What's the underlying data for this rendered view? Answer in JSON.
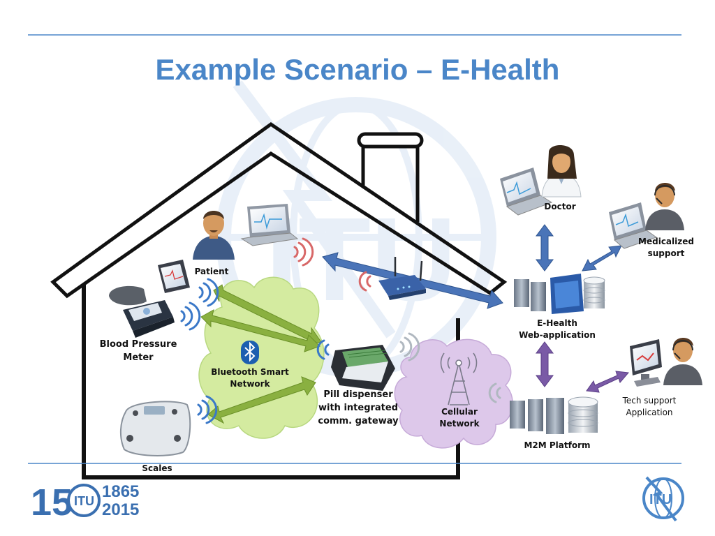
{
  "slide": {
    "title": "Example Scenario – E-Health"
  },
  "labels": {
    "doctor": "Doctor",
    "medicalized_support": "Medicalized support",
    "patient": "Patient",
    "ehealth_line1": "E-Health",
    "ehealth_line2": "Web-application",
    "blood_pressure_line1": "Blood Pressure",
    "blood_pressure_line2": "Meter",
    "bluetooth_line1": "Bluetooth Smart",
    "bluetooth_line2": "Network",
    "pill_line1": "Pill dispenser",
    "pill_line2": "with integrated",
    "pill_line3": "comm. gateway",
    "cellular_line1": "Cellular",
    "cellular_line2": "Network",
    "tech_line1": "Tech support",
    "tech_line2": "Application",
    "m2m": "M2M Platform",
    "scales": "Scales"
  },
  "logos": {
    "anniversary": {
      "number": "150",
      "years": [
        "1865",
        "2015"
      ]
    },
    "itu": "ITU"
  },
  "colors": {
    "title": "#4a86c8",
    "rule": "#4a86c8",
    "blue_arrow": "#4a74b8",
    "purple_arrow": "#7a5aa6",
    "green_arrow": "#8ab040",
    "bluetooth_cloud": "#d4eba0",
    "cellular_cloud": "#ddc8ea"
  }
}
